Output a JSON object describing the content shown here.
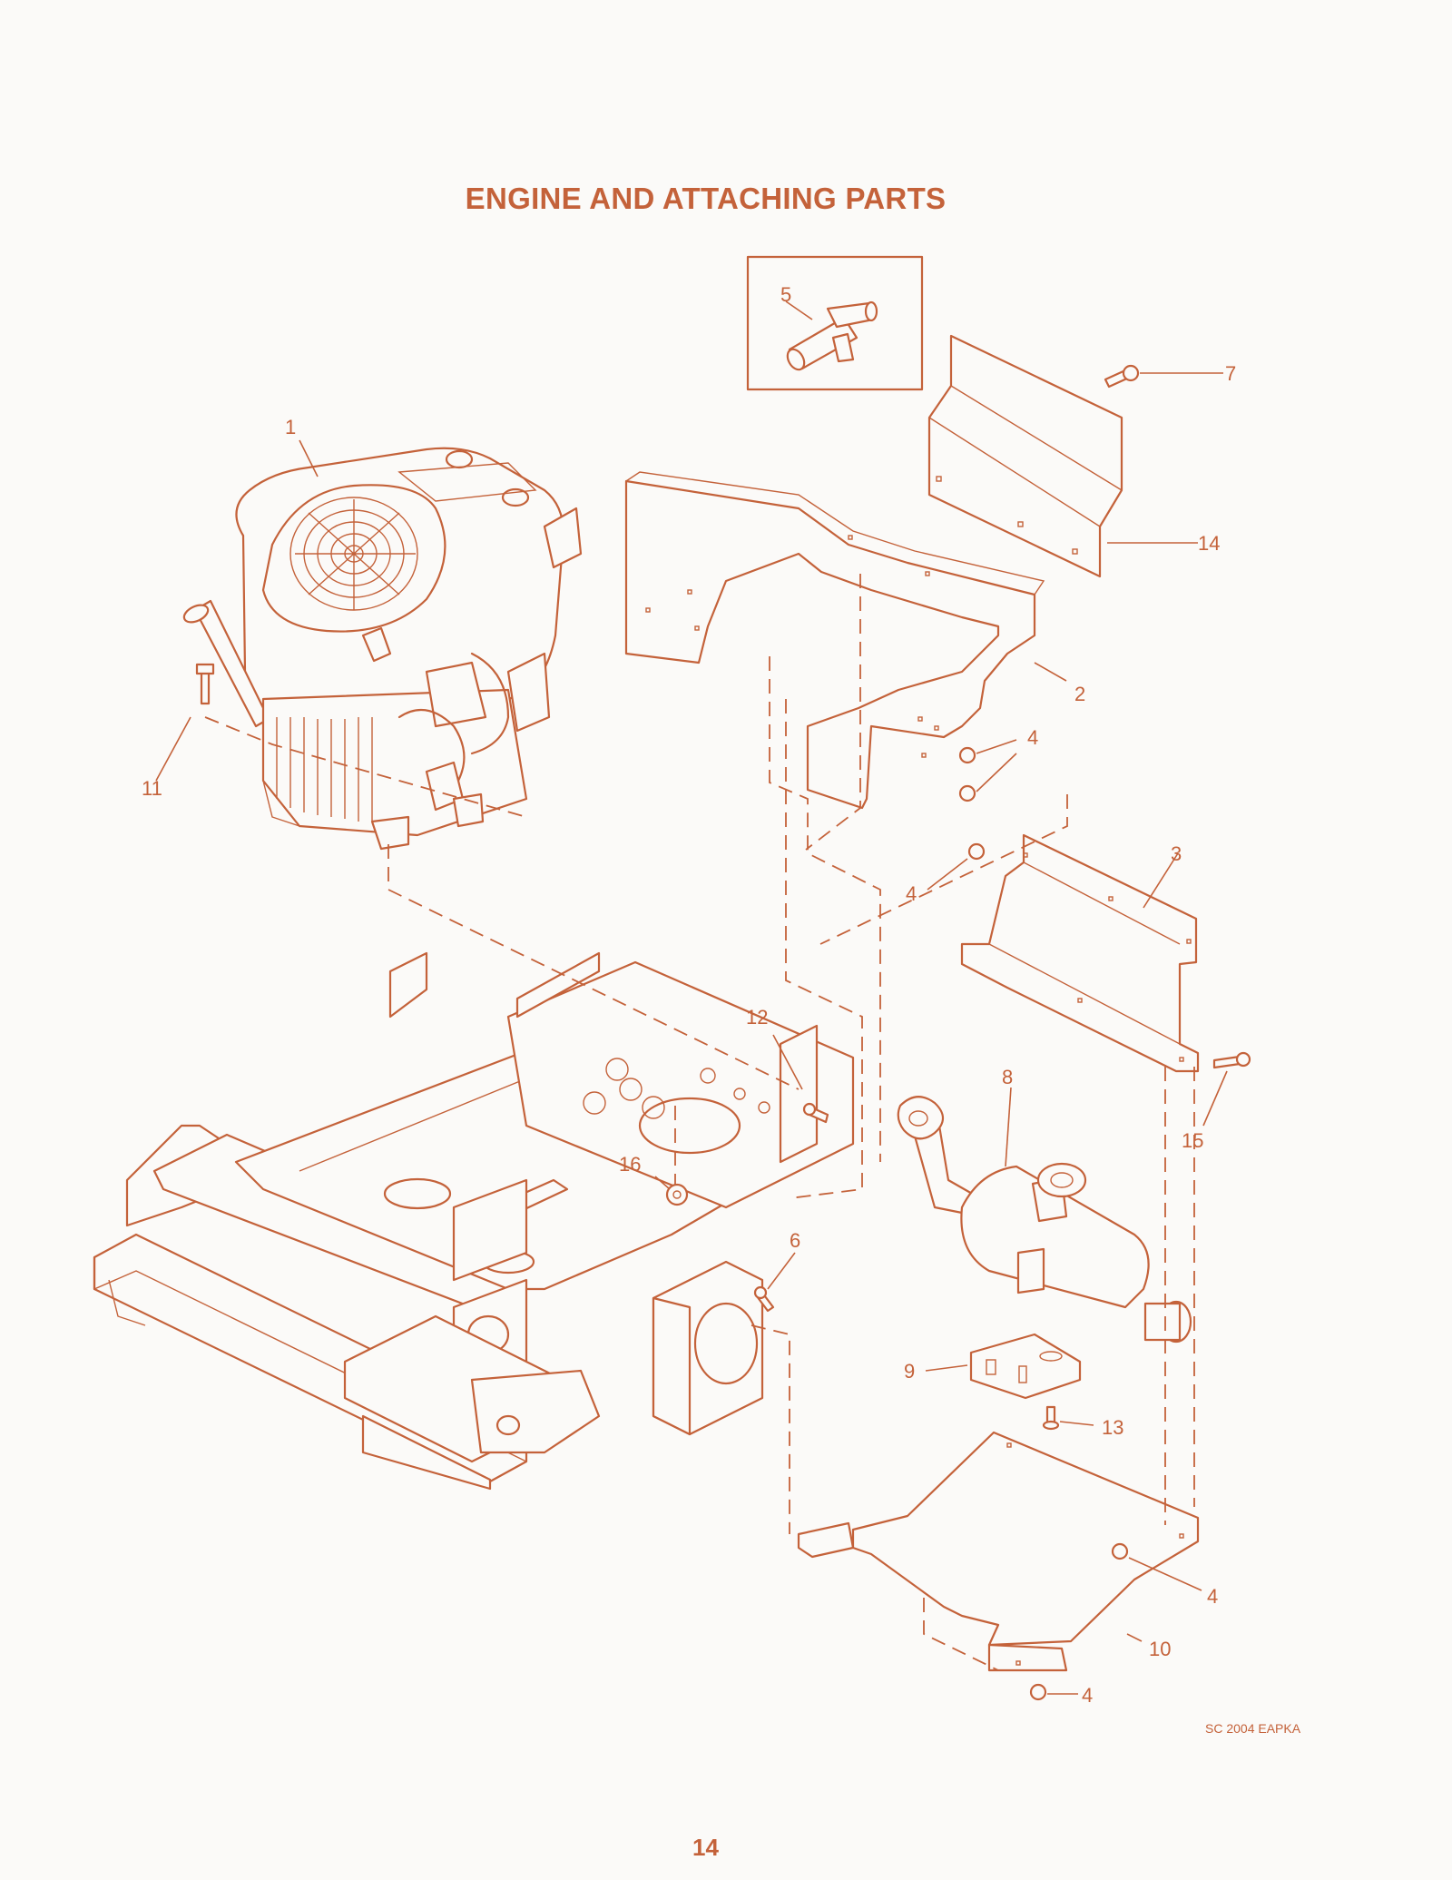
{
  "page": {
    "title": "ENGINE AND ATTACHING PARTS",
    "document_code": "SC 2004 EAPKA",
    "page_number": "14",
    "accent_color": "#c4623a",
    "background_color": "#fbfaf8"
  },
  "diagram": {
    "parts": [
      {
        "callout": "1",
        "part": "engine"
      },
      {
        "callout": "2",
        "part": "engine-mount-bracket"
      },
      {
        "callout": "3",
        "part": "support-bracket"
      },
      {
        "callout": "4",
        "part": "nut"
      },
      {
        "callout": "5",
        "part": "tee-fitting"
      },
      {
        "callout": "6",
        "part": "bolt"
      },
      {
        "callout": "7",
        "part": "screw"
      },
      {
        "callout": "8",
        "part": "muffler"
      },
      {
        "callout": "9",
        "part": "muffler-clamp"
      },
      {
        "callout": "10",
        "part": "heat-shield"
      },
      {
        "callout": "11",
        "part": "engine-bolt"
      },
      {
        "callout": "12",
        "part": "bolt"
      },
      {
        "callout": "13",
        "part": "screw"
      },
      {
        "callout": "14",
        "part": "shield-plate"
      },
      {
        "callout": "15",
        "part": "screw"
      },
      {
        "callout": "16",
        "part": "nut"
      }
    ],
    "callout_labels": {
      "c1": "1",
      "c2": "2",
      "c3": "3",
      "c4a": "4",
      "c4b": "4",
      "c4c": "4",
      "c4d": "4",
      "c5": "5",
      "c6": "6",
      "c7": "7",
      "c8": "8",
      "c9": "9",
      "c10": "10",
      "c11": "11",
      "c12": "12",
      "c13": "13",
      "c14": "14",
      "c15": "15",
      "c16": "16"
    }
  }
}
